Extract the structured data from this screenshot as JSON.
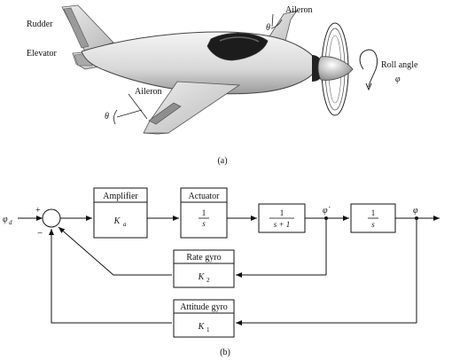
{
  "figure_a": {
    "labels": {
      "rudder": "Rudder",
      "elevator": "Elevator",
      "aileron_top": "Aileron",
      "aileron_bottom": "Aileron",
      "theta_top": "θ",
      "theta_bottom": "θ",
      "roll_angle": "Roll angle",
      "phi": "φ"
    },
    "caption": "(a)"
  },
  "figure_b": {
    "input": {
      "label": "φ",
      "subscript": "d"
    },
    "summing": {
      "plus": "+",
      "minus": "−"
    },
    "amplifier": {
      "title": "Amplifier",
      "gain": "K",
      "gain_sub": "a"
    },
    "actuator": {
      "title": "Actuator",
      "num": "1",
      "den": "s"
    },
    "plant": {
      "num": "1",
      "den": "s + 1"
    },
    "integrator": {
      "num": "1",
      "den": "s"
    },
    "phi_dot": "φ̇",
    "output": "φ",
    "rate_gyro": {
      "title": "Rate gyro",
      "gain": "K",
      "gain_sub": "2"
    },
    "attitude_gyro": {
      "title": "Attitude gyro",
      "gain": "K",
      "gain_sub": "1"
    },
    "caption": "(b)"
  }
}
